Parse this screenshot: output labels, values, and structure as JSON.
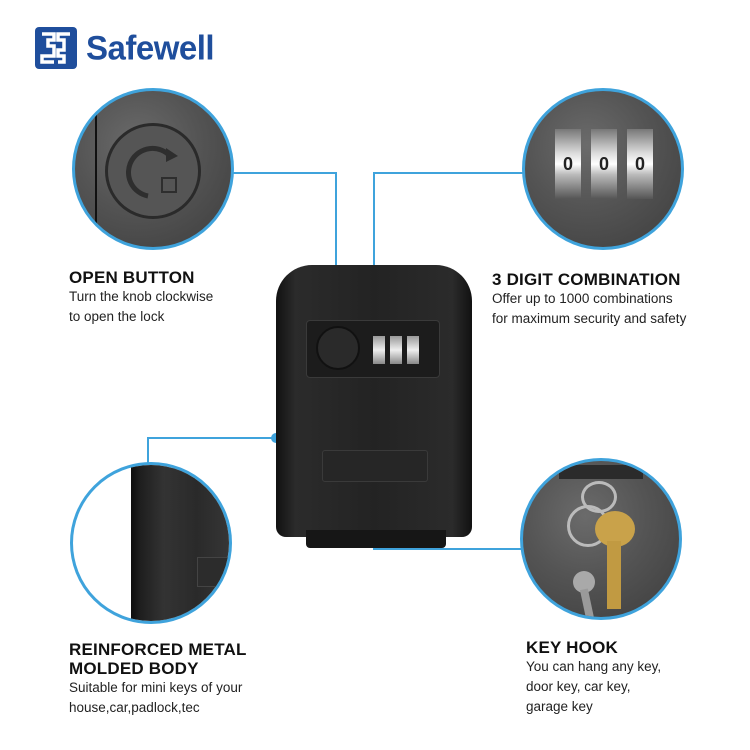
{
  "brand": {
    "name": "Safewell",
    "color": "#1f4e9c"
  },
  "accent_color": "#3fa3dc",
  "features": [
    {
      "id": "open-button",
      "title": "OPEN BUTTON",
      "lines": [
        "Turn the knob clockwise",
        "to open the lock"
      ]
    },
    {
      "id": "combination",
      "title": "3 DIGIT COMBINATION",
      "lines": [
        "Offer up to 1000 combinations",
        "for maximum security and safety"
      ]
    },
    {
      "id": "body",
      "title_lines": [
        "REINFORCED METAL",
        "MOLDED BODY"
      ],
      "lines": [
        "Suitable for mini keys of your",
        "house,car,padlock,tec"
      ]
    },
    {
      "id": "key-hook",
      "title": "KEY HOOK",
      "lines": [
        "You can hang any key,",
        "door key, car key,",
        "garage key"
      ]
    }
  ],
  "dials": [
    "0",
    "0",
    "0"
  ]
}
